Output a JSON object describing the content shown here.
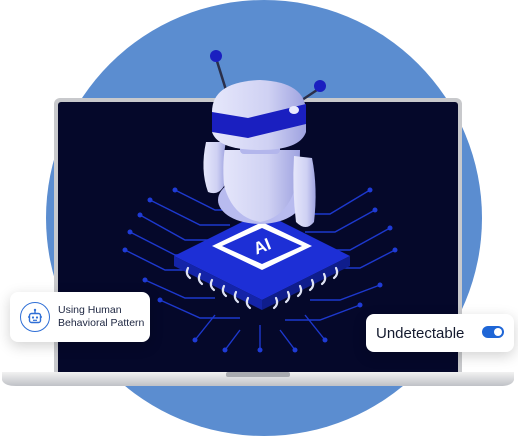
{
  "hero": {
    "chip_label": "AI"
  },
  "feature_card": {
    "line1": "Using Human",
    "line2": "Behavioral Pattern",
    "icon": "robot-icon"
  },
  "status_card": {
    "label": "Undetectable",
    "toggle_on": true
  },
  "colors": {
    "circle": "#5b8dd0",
    "screen": "#05082a",
    "chip": "#1d2fd6",
    "robot_accent": "#1a1fc0",
    "robot_body": "#cfd1f3",
    "toggle": "#1f66d6"
  }
}
